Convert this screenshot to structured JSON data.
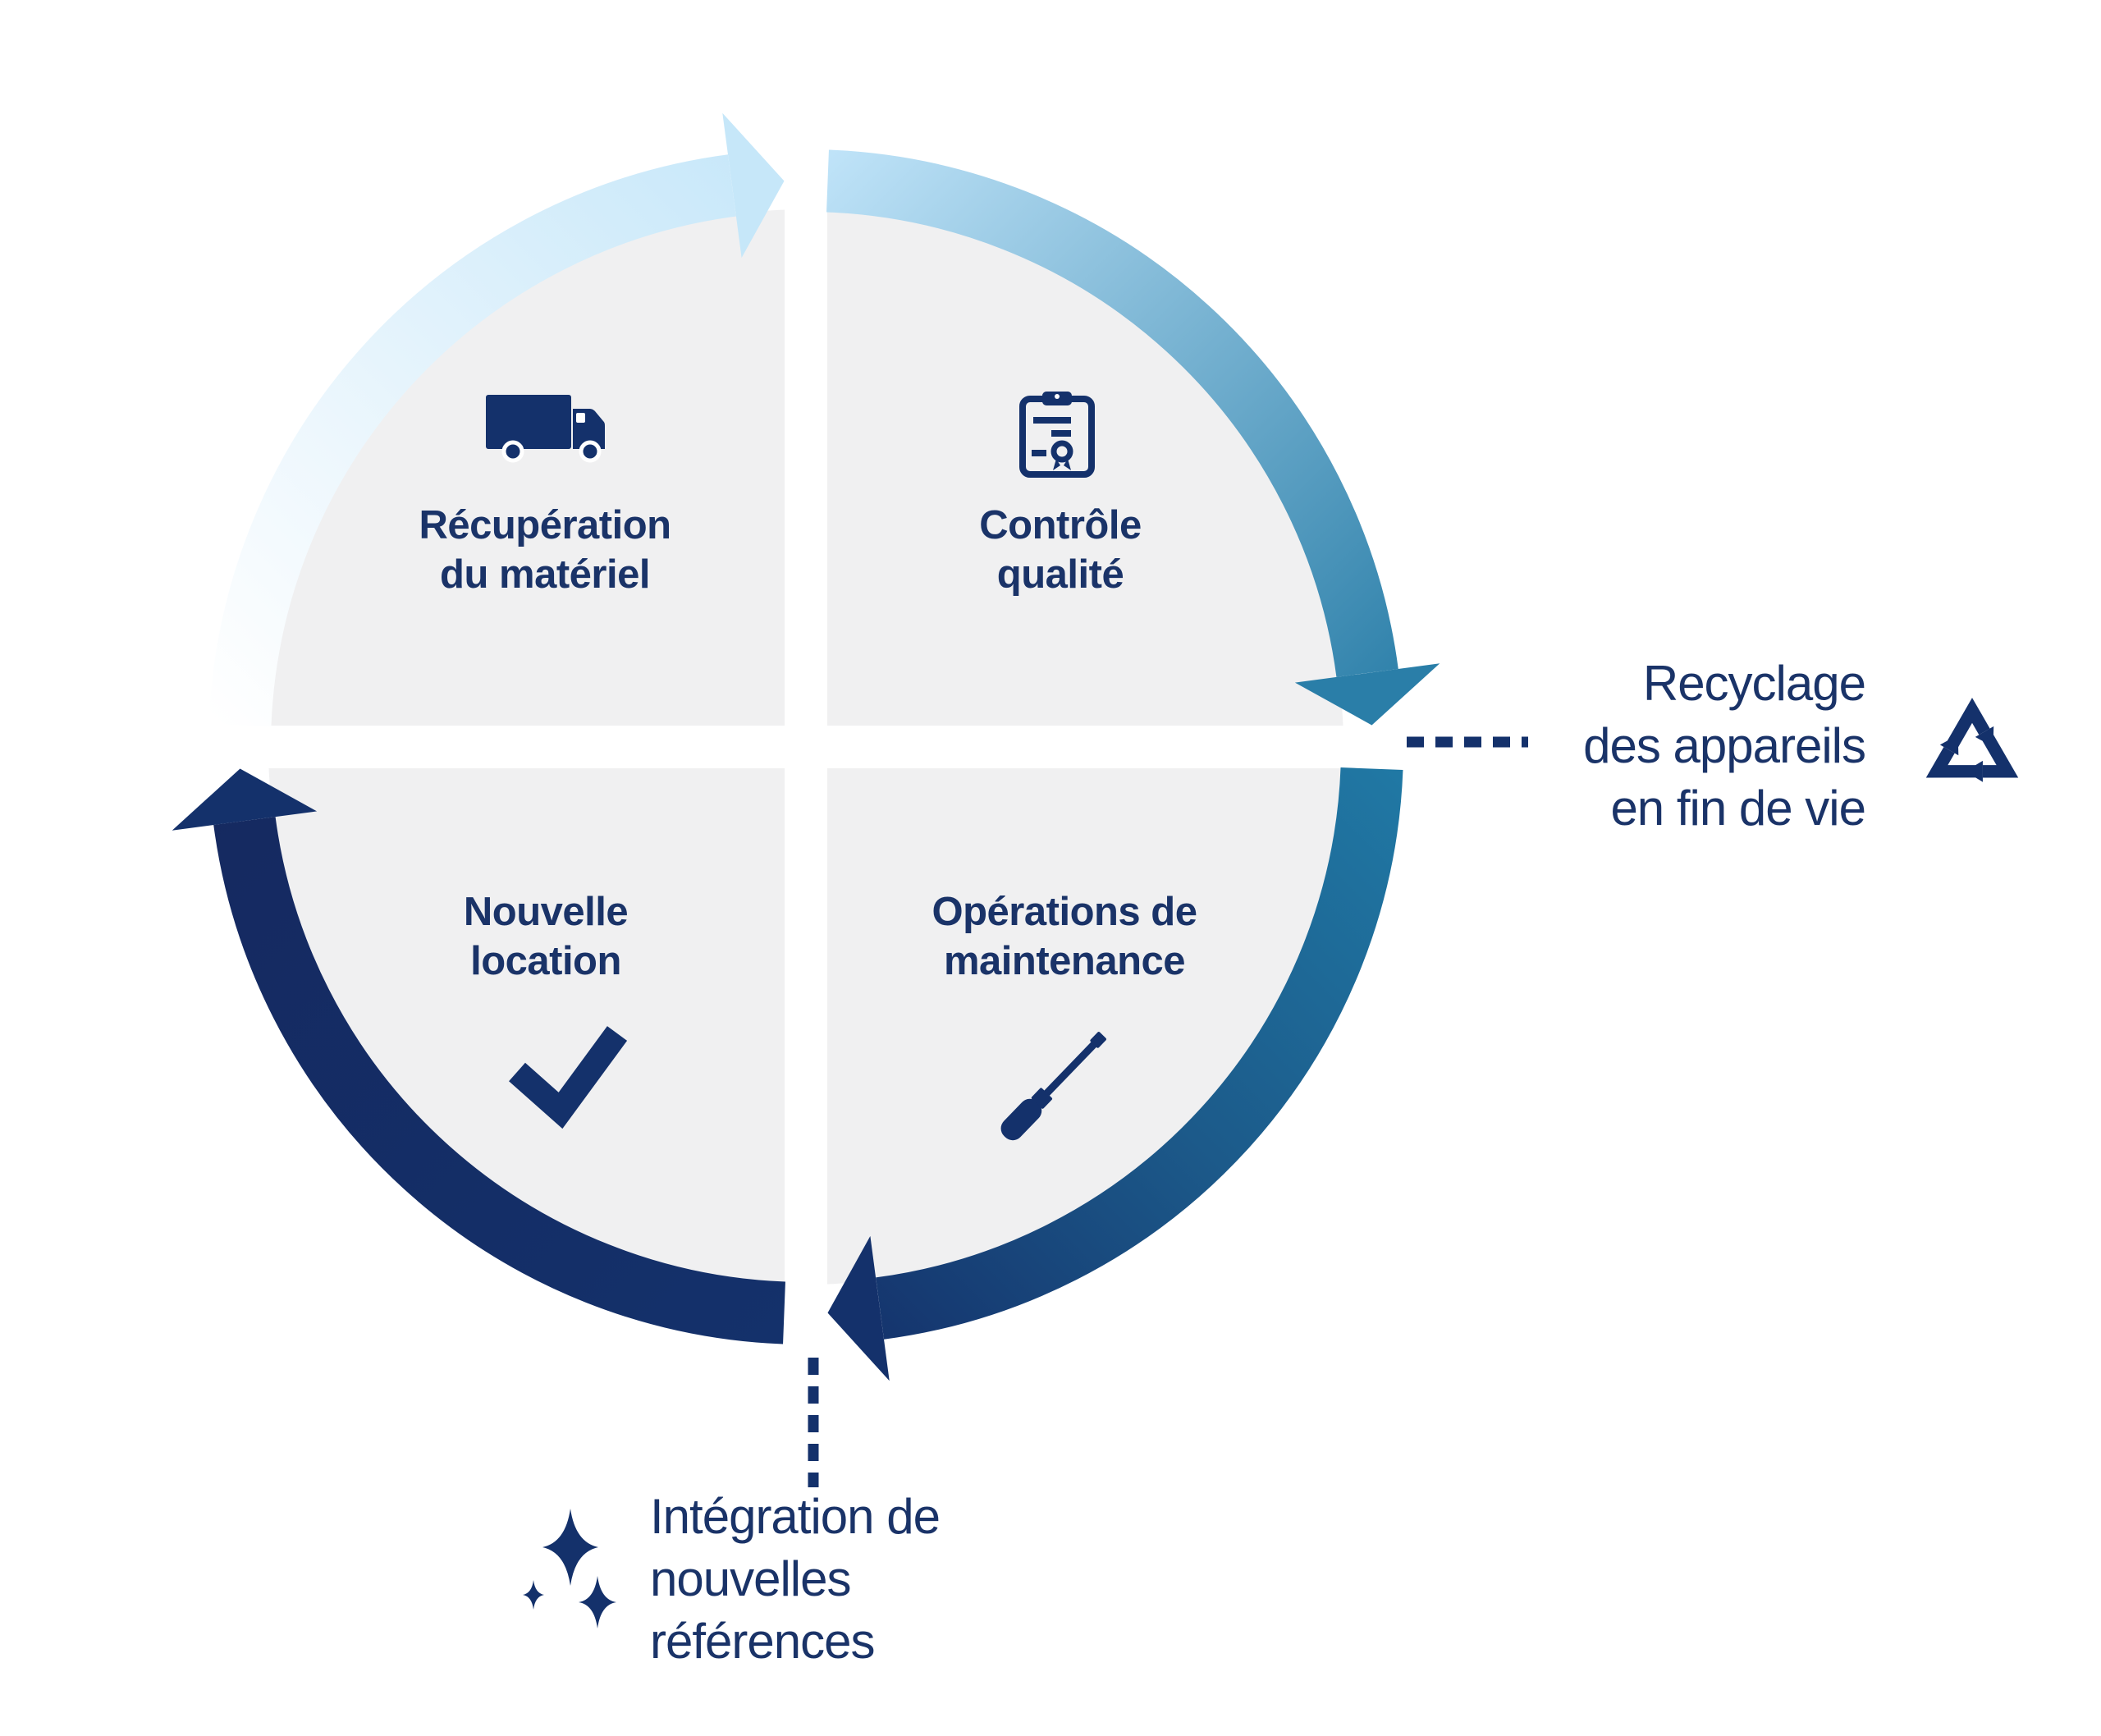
{
  "diagram": {
    "type": "cycle",
    "quadrants": [
      {
        "id": "recuperation-du-materiel",
        "icon": "truck-icon",
        "lines": [
          "Récupération",
          "du matériel"
        ]
      },
      {
        "id": "controle-qualite",
        "icon": "certificate-clipboard-icon",
        "lines": [
          "Contrôle",
          "qualité"
        ]
      },
      {
        "id": "operations-de-maintenance",
        "icon": "screwdriver-icon",
        "lines": [
          "Opérations de",
          "maintenance"
        ]
      },
      {
        "id": "nouvelle-location",
        "icon": "checkmark-icon",
        "lines": [
          "Nouvelle",
          "location"
        ]
      }
    ],
    "annotations": [
      {
        "id": "recyclage-appareils-fin-de-vie",
        "icon": "recycle-icon",
        "lines": [
          "Recyclage",
          "des appareils",
          "en fin de vie"
        ]
      },
      {
        "id": "integration-nouvelles-references",
        "icon": "sparkles-icon",
        "lines": [
          "Intégration de",
          "nouvelles",
          "références"
        ]
      }
    ],
    "colors": {
      "white": "#FFFFFF",
      "pale_blue": "#EDF7FD",
      "light_blue": "#C6E7F9",
      "sky_blue": "#BFE3F8",
      "teal_blue": "#2A7EA8",
      "teal_deep": "#2078A4",
      "steel_blue": "#1C5A8A",
      "navy": "#14316B",
      "navy_deep": "#152960",
      "disc_gray": "#F0F0F1",
      "text_navy": "#1A3368"
    }
  }
}
